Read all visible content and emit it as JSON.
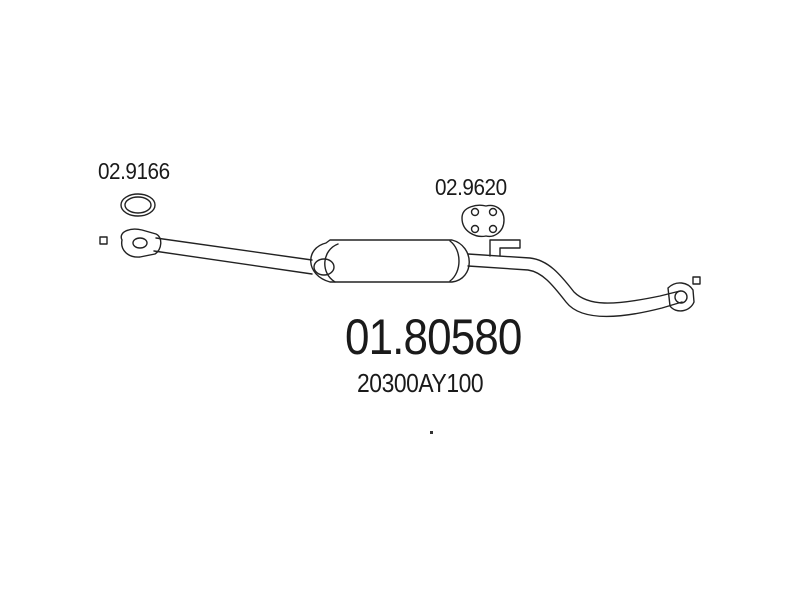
{
  "diagram": {
    "part_number": "01.80580",
    "oem_number": "20300AY100",
    "accessories": [
      {
        "code": "02.9166",
        "item": "gasket-ring"
      },
      {
        "code": "02.9620",
        "item": "rubber-hanger"
      }
    ],
    "stroke_color": "#222222",
    "background_color": "#ffffff"
  }
}
